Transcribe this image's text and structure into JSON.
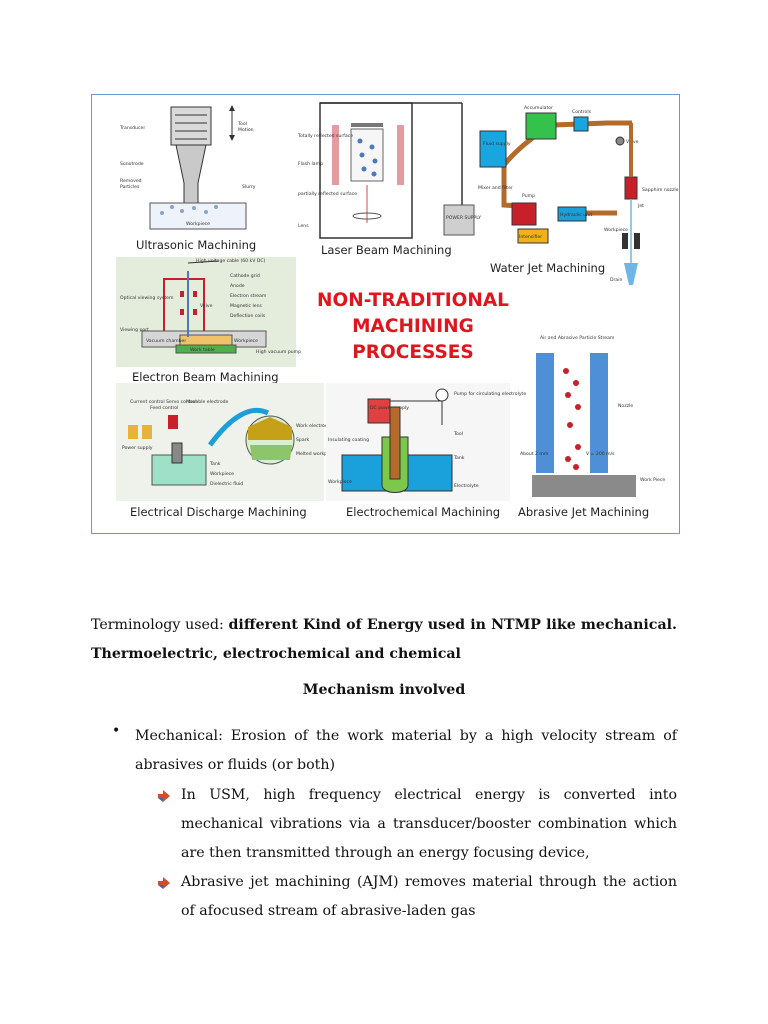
{
  "figure": {
    "title_lines": [
      "NON-TRADITIONAL",
      "MACHINING",
      "PROCESSES"
    ],
    "captions": {
      "usm": "Ultrasonic Machining",
      "lbm": "Laser Beam Machining",
      "wjm": "Water Jet Machining",
      "ebm": "Electron Beam Machining",
      "edm": "Electrical Discharge Machining",
      "ecm": "Electrochemical Machining",
      "ajm": "Abrasive Jet Machining"
    },
    "usm_labels": [
      "Transducer",
      "Tool",
      "Motion",
      "Sonotrode",
      "Removed",
      "Particles",
      "Slurry",
      "Workpiece"
    ],
    "lbm_labels": [
      "Totally reflected surface",
      "Flash lamp",
      "partially reflected surface",
      "Lens",
      "POWER SUPPLY"
    ],
    "wjm_labels": [
      "Fluid supply",
      "Accumulator",
      "Controls",
      "Valve",
      "Mixer and filter",
      "Pump",
      "Hydraulic unit",
      "Intensifier",
      "Sapphire nozzle",
      "Jet",
      "Workpiece",
      "Drain"
    ],
    "ebm_labels": [
      "High voltage cable (60 kV DC)",
      "Cathode grid",
      "Anode",
      "Electron stream",
      "Magnetic lens",
      "Deflection coils",
      "Optical viewing system",
      "Valve",
      "Viewing port",
      "Vacuum chamber",
      "Workpiece",
      "Work table",
      "High vacuum pump"
    ],
    "edm_labels": [
      "Current control",
      "Feed control",
      "Servo control",
      "Movable electrode",
      "Power supply",
      "Tank",
      "Workpiece",
      "Dielectric fluid",
      "Work electrode",
      "Spark",
      "Melted workpiece"
    ],
    "ecm_labels": [
      "DC power supply",
      "Pump for circulating electrolyte",
      "Insulating coating",
      "Tool",
      "Tank",
      "Workpiece",
      "Electrolyte"
    ],
    "ajm_labels": [
      "Air and Abrasive Particle Stream",
      "Nozzle",
      "About 2 mm",
      "V = 200 m/s",
      "Work Piece"
    ]
  },
  "body": {
    "terminology_label": "Terminology used: ",
    "terminology_bold": "different Kind of Energy used in NTMP like mechanical. Thermoelectric, electrochemical and chemical",
    "heading": "Mechanism involved",
    "bullet_symbol": "•",
    "bullet_text": "Mechanical: Erosion of the work material by a high velocity stream of abrasives or fluids (or both)",
    "sub_items": [
      "In USM, high frequency electrical energy is converted into mechanical vibrations via a transducer/booster combination which are then transmitted through an energy focusing device,",
      "Abrasive jet machining (AJM) removes material through the action of afocused stream of abrasive-laden gas"
    ]
  }
}
